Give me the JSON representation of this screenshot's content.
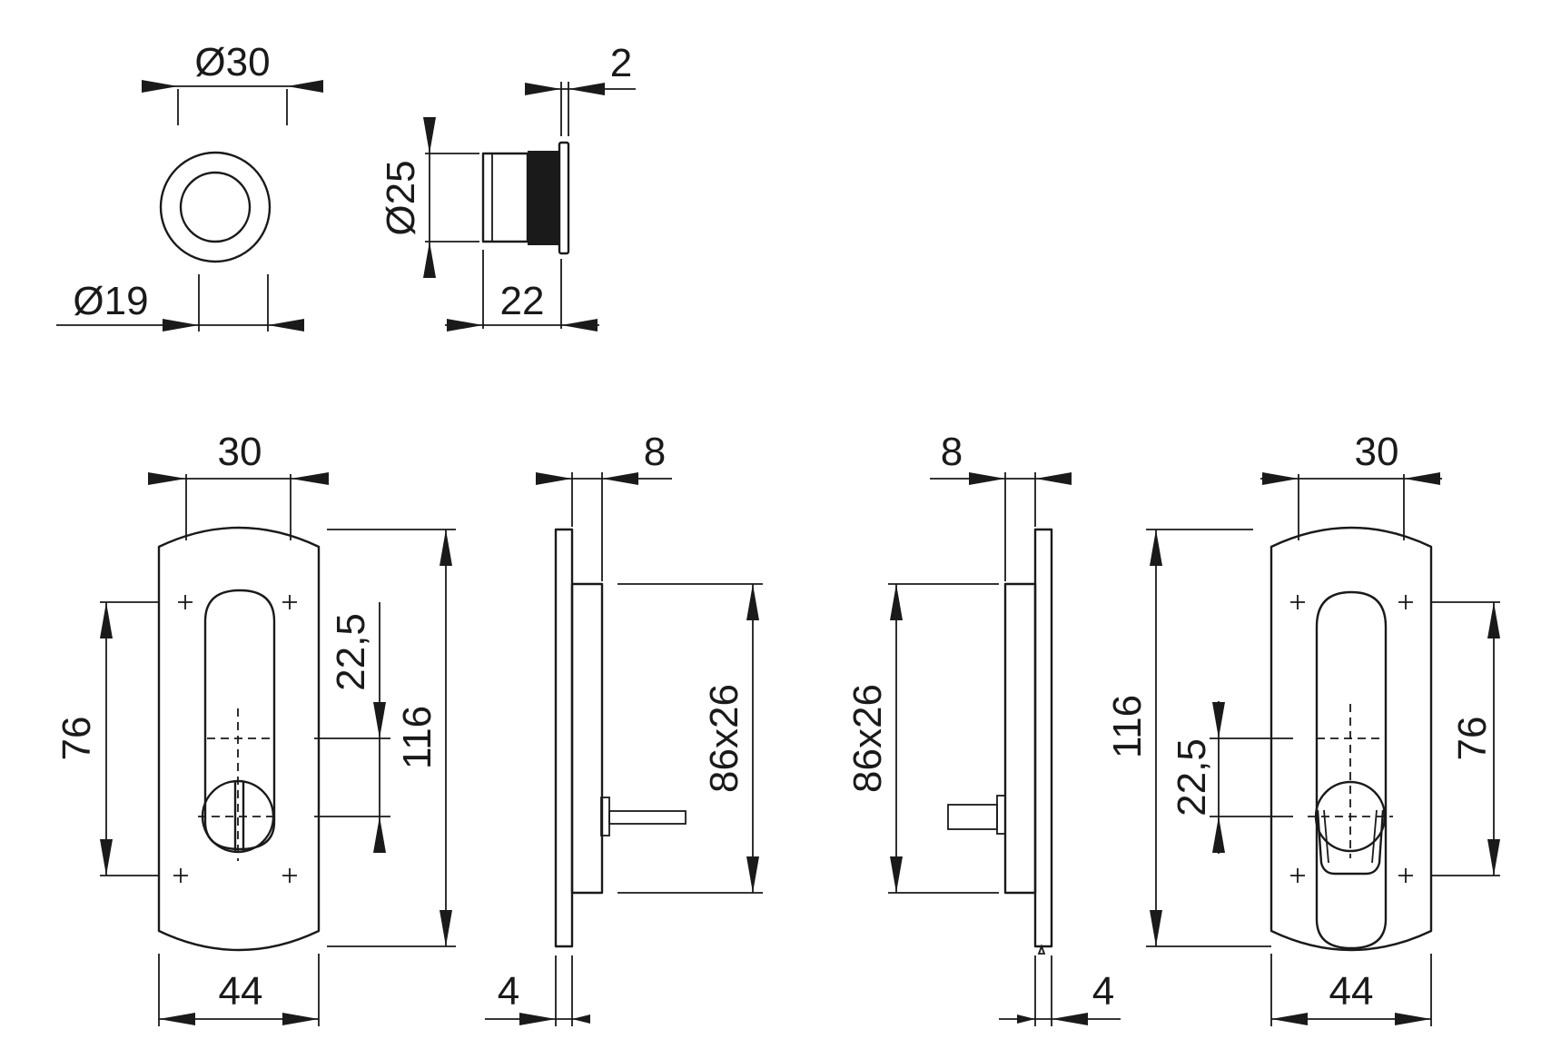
{
  "dimensions": {
    "rosette_outer_dia": "Ø30",
    "rosette_inner_dia": "Ø19",
    "cylinder_dia": "Ø25",
    "cylinder_length": "22",
    "flange_thickness": "2",
    "left_plate_top_width": "30",
    "left_plate_bottom_width": "44",
    "left_hole_spacing": "76",
    "left_offset": "22,5",
    "left_height": "116",
    "left_side_depth": "8",
    "left_side_recess": "86x26",
    "left_side_thickness": "4",
    "right_side_depth": "8",
    "right_side_recess": "86x26",
    "right_side_thickness": "4",
    "right_height": "116",
    "right_offset": "22,5",
    "right_plate_top_width": "30",
    "right_plate_bottom_width": "44",
    "right_hole_spacing": "76"
  }
}
